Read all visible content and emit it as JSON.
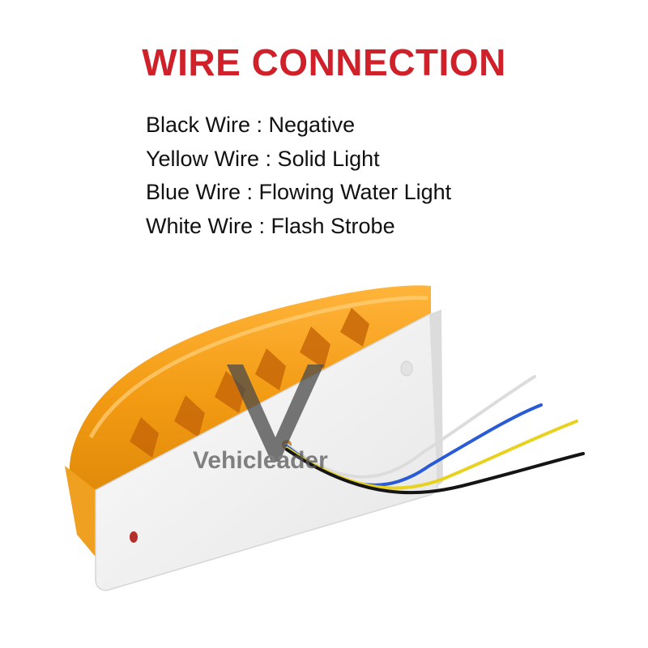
{
  "title": "WIRE CONNECTION",
  "wires": [
    {
      "text": "Black Wire : Negative",
      "color": "#151515"
    },
    {
      "text": "Yellow Wire : Solid Light",
      "color": "#e8d21f"
    },
    {
      "text": "Blue Wire : Flowing Water Light",
      "color": "#2a5bd7"
    },
    {
      "text": "White Wire : Flash Strobe",
      "color": "#f2f2f2"
    }
  ],
  "watermark": "Vehicleader",
  "colors": {
    "title": "#d0202a",
    "lens": "#f5a11c",
    "housing": "#f4f4f4"
  }
}
